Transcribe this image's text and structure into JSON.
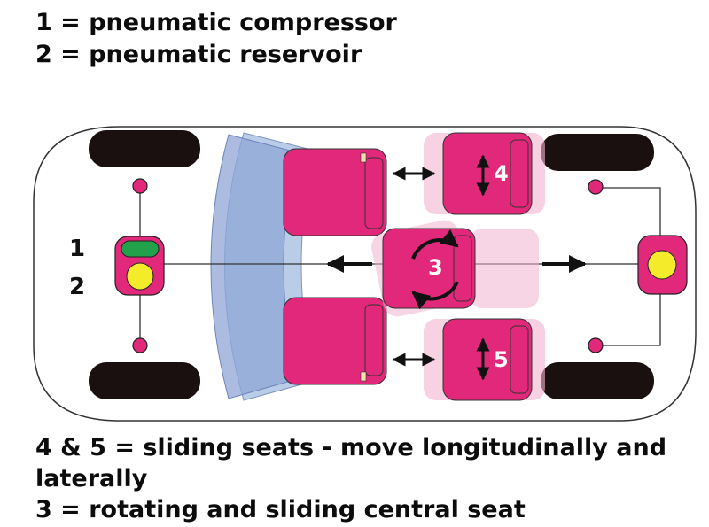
{
  "legend": {
    "line1": "1 = pneumatic compressor",
    "line2": "2 = pneumatic reservoir",
    "line3": "4 & 5 = sliding seats - move longitudinally and",
    "line4": "laterally",
    "line5": "3 = rotating and sliding central seat"
  },
  "diagram": {
    "label_compressor": "1",
    "label_reservoir": "2",
    "label_central_seat": "3",
    "label_seat_top": "4",
    "label_seat_bottom": "5"
  },
  "colors": {
    "seat": "#e2287a",
    "seat_ghost": "#f3b3d0",
    "windshield_front": "#8fa6d6",
    "windshield_back": "#b9cde9",
    "compressor": "#22a04a",
    "reservoir": "#f4ec2a",
    "wheel": "#1a1010",
    "outline": "#333333"
  }
}
